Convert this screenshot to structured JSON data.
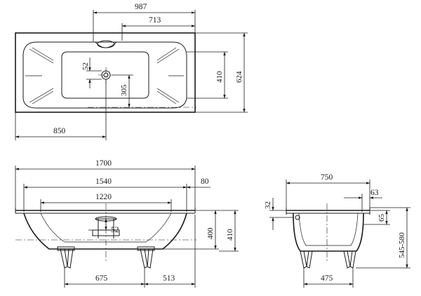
{
  "top_view": {
    "dim_987": "987",
    "dim_713": "713",
    "dim_52": "52",
    "dim_305": "305",
    "dim_410": "410",
    "dim_624": "624",
    "dim_850": "850"
  },
  "side_view": {
    "dim_1700": "1700",
    "dim_1540": "1540",
    "dim_80": "80",
    "dim_1220": "1220",
    "dim_52": "52",
    "dim_400": "400",
    "dim_410": "410",
    "dim_675": "675",
    "dim_513": "513"
  },
  "end_view": {
    "dim_750": "750",
    "dim_63": "63",
    "dim_32": "32",
    "dim_65": "65",
    "dim_545_580": "545-580",
    "dim_475": "475"
  }
}
